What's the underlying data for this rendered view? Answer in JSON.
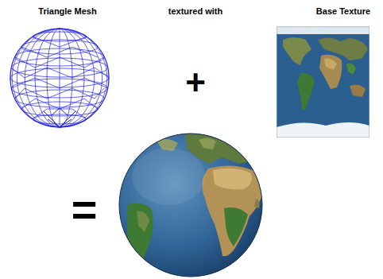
{
  "diagram": {
    "labels": [
      "Triangle Mesh",
      "textured with",
      "Base Texture",
      "+",
      "="
    ]
  }
}
